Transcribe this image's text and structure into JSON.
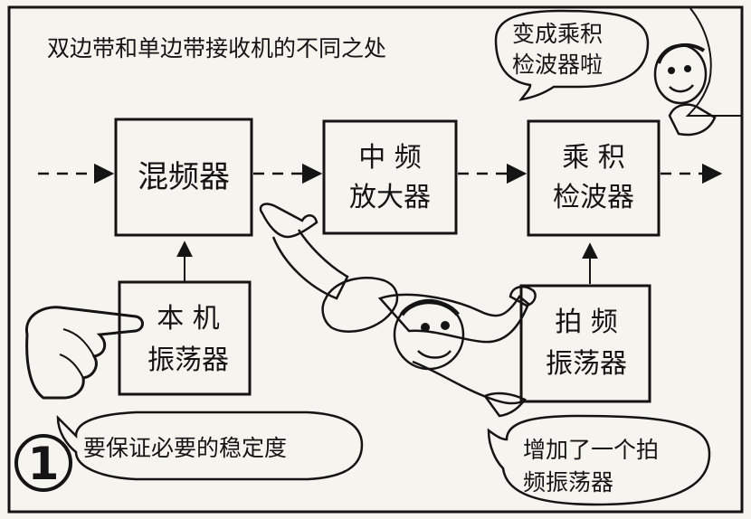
{
  "title": "双边带和单边带接收机的不同之处",
  "blocks": {
    "mixer": [
      "混频器"
    ],
    "if_amp": [
      "中  频",
      "放大器"
    ],
    "product_detector": [
      "乘  积",
      "检波器"
    ],
    "local_osc": [
      "本  机",
      "振荡器"
    ],
    "bfo": [
      "拍  频",
      "振荡器"
    ]
  },
  "bubbles": {
    "top_right": [
      "变成乘积",
      "检波器啦"
    ],
    "bottom_right": [
      "增加了一个拍",
      "频振荡器"
    ],
    "bottom_left": [
      "要保证必要的稳定度"
    ]
  },
  "badge_number": "1",
  "colors": {
    "ink": "#141414",
    "paper": "#f6f4ee"
  }
}
